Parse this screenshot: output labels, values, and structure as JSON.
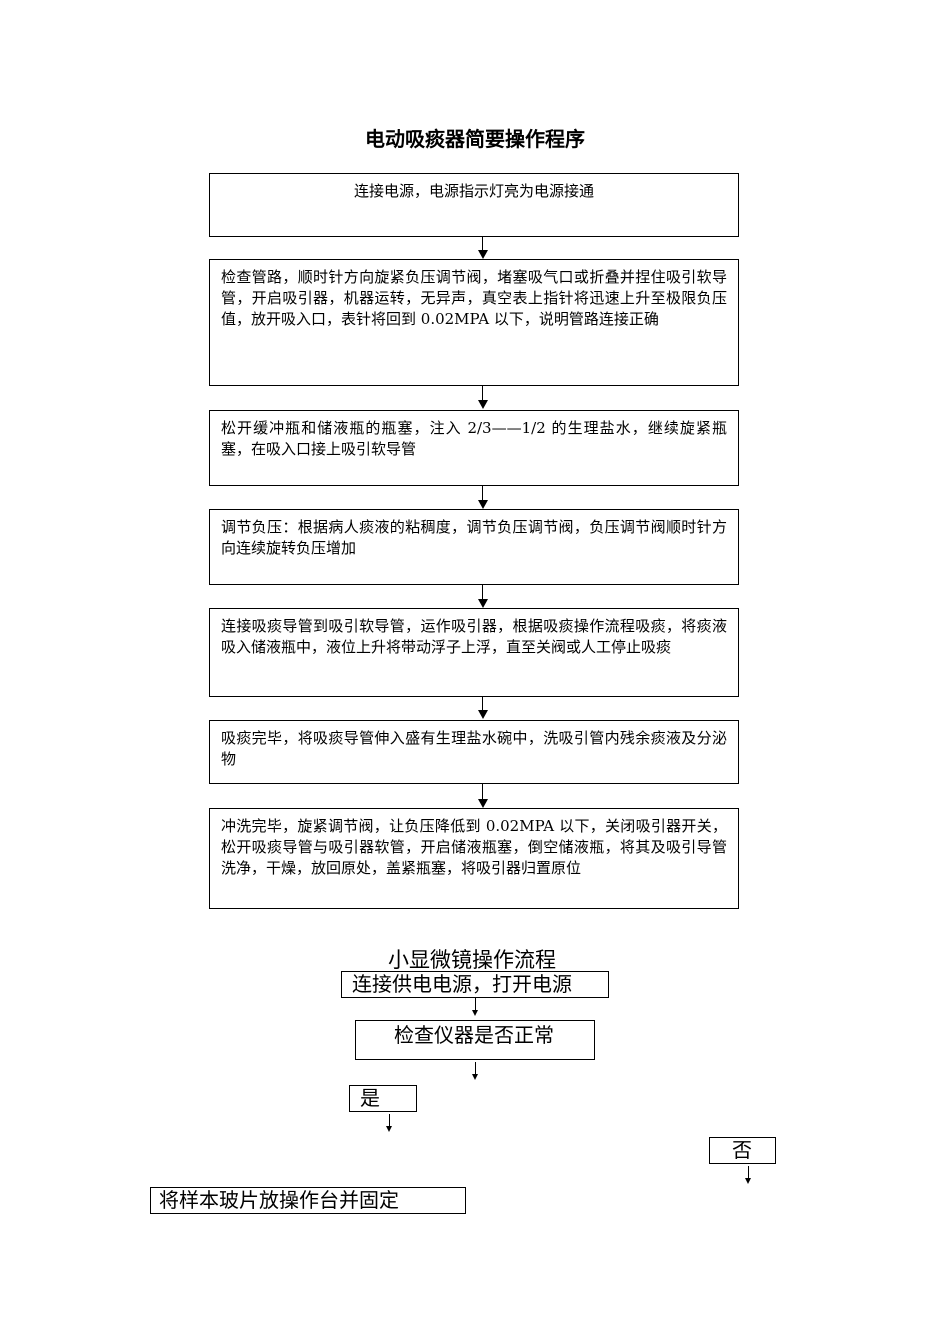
{
  "flow1": {
    "title": "电动吸痰器简要操作程序",
    "steps": [
      "连接电源，电源指示灯亮为电源接通",
      "检查管路，顺时针方向旋紧负压调节阀，堵塞吸气口或折叠并捏住吸引软导管，开启吸引器，机器运转，无异声，真空表上指针将迅速上升至极限负压值，放开吸入口，表针将回到 0.02MPA 以下，说明管路连接正确",
      "松开缓冲瓶和储液瓶的瓶塞，注入 2/3——1/2 的生理盐水，继续旋紧瓶塞，在吸入口接上吸引软导管",
      "调节负压：根据病人痰液的粘稠度，调节负压调节阀，负压调节阀顺时针方向连续旋转负压增加",
      "连接吸痰导管到吸引软导管，运作吸引器，根据吸痰操作流程吸痰，将痰液吸入储液瓶中，液位上升将带动浮子上浮，直至关阀或人工停止吸痰",
      "吸痰完毕，将吸痰导管伸入盛有生理盐水碗中，洗吸引管内残余痰液及分泌物",
      "冲洗完毕，旋紧调节阀，让负压降低到 0.02MPA 以下，关闭吸引器开关，松开吸痰导管与吸引器软管，开启储液瓶塞，倒空储液瓶，将其及吸引导管洗净，干燥，放回原处，盖紧瓶塞，将吸引器归置原位"
    ]
  },
  "flow2": {
    "title": "小显微镜操作流程",
    "step_power": "连接供电电源，打开电源",
    "step_check": "检查仪器是否正常",
    "yes": "是",
    "no": "否",
    "step_slide": "将样本玻片放操作台并固定"
  }
}
